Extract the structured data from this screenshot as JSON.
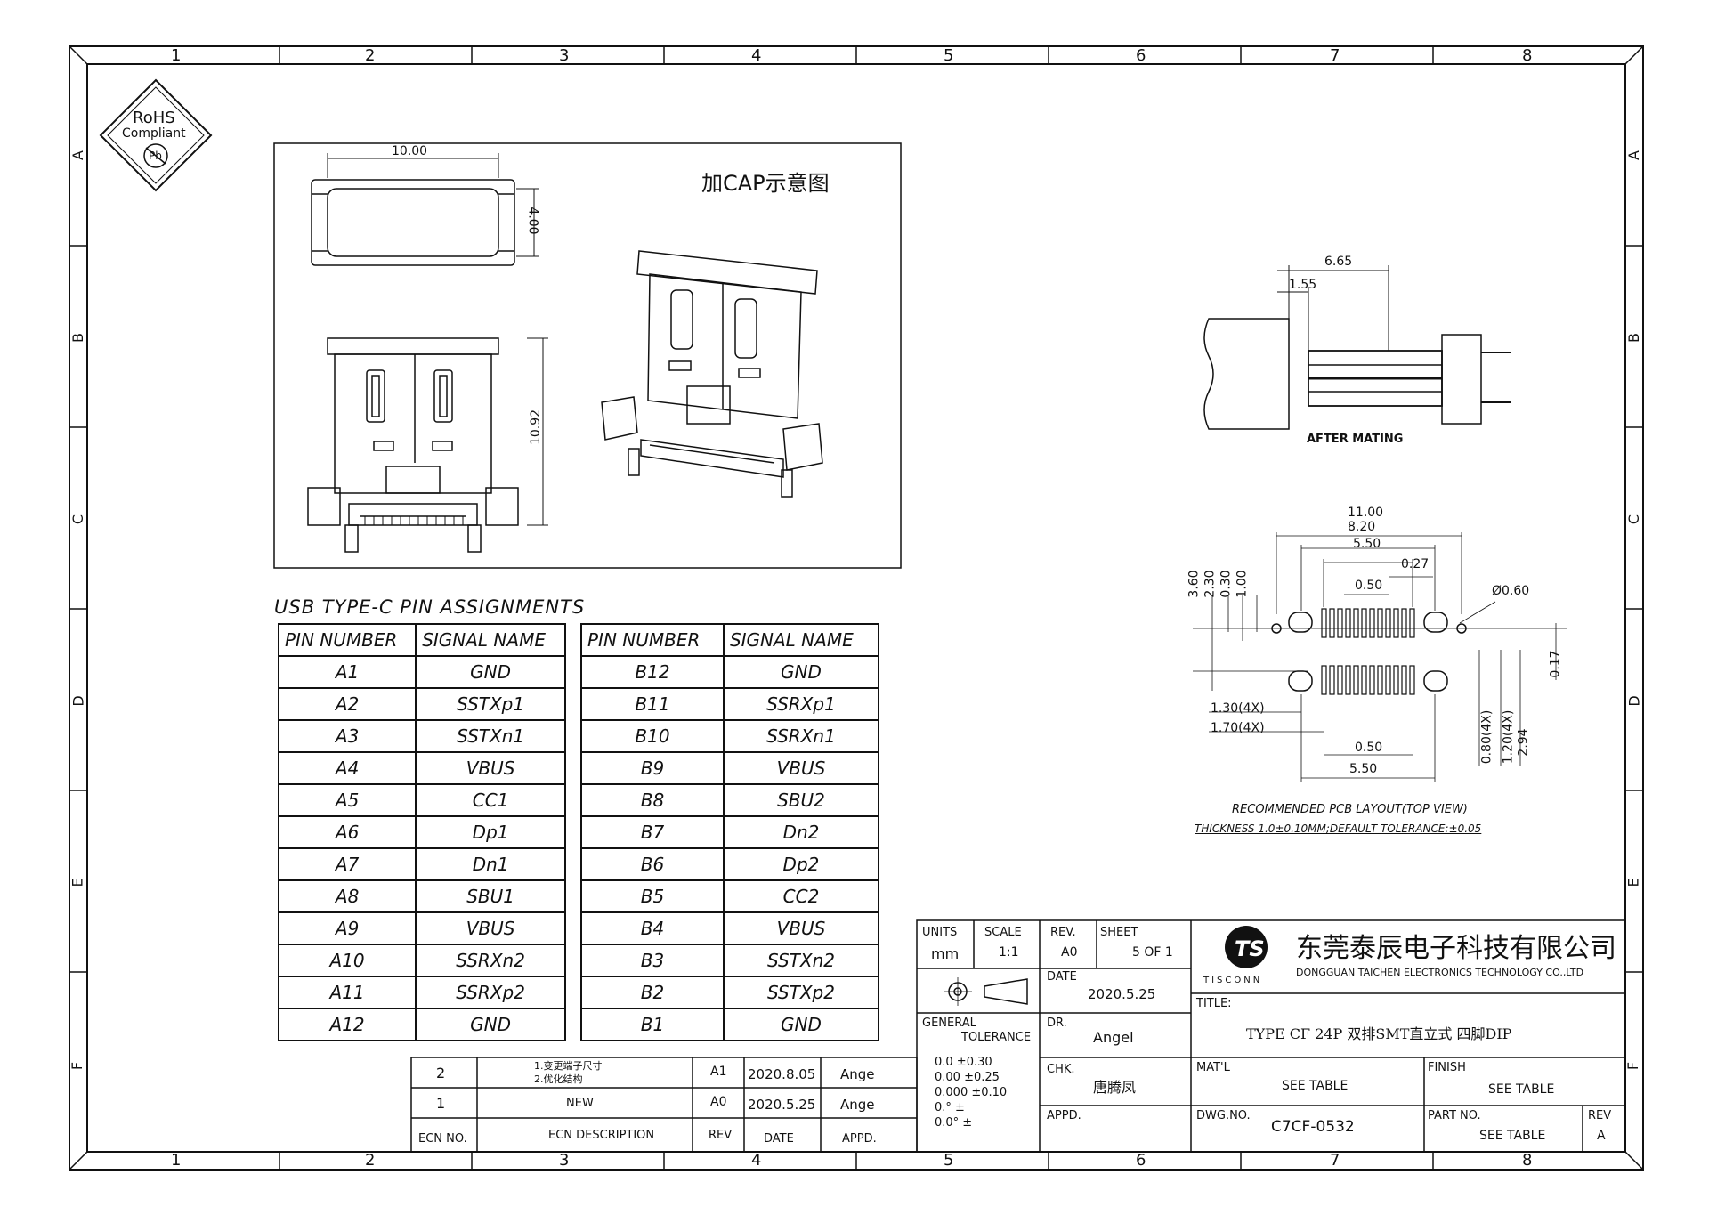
{
  "frame": {
    "columns": [
      "1",
      "2",
      "3",
      "4",
      "5",
      "6",
      "7",
      "8"
    ],
    "rows": [
      "A",
      "B",
      "C",
      "D",
      "E",
      "F"
    ]
  },
  "rohs": {
    "line1": "RoHS",
    "line2": "Compliant",
    "line3": "Pb"
  },
  "cap_view": {
    "title": "加CAP示意图",
    "dim_width": "10.00",
    "dim_height": "4.00",
    "dim_body_height": "10.92"
  },
  "mating_view": {
    "dim_a": "6.65",
    "dim_b": "1.55",
    "label": "AFTER MATING"
  },
  "pcb_layout": {
    "dims_top": [
      "11.00",
      "8.20",
      "5.50",
      "0.27",
      "0.50"
    ],
    "dims_left": [
      "3.60",
      "2.30",
      "0.30",
      "1.00"
    ],
    "hole_dia": "Ø0.60",
    "dim_right": "0.17",
    "dims_bottom_left": [
      "1.30(4X)",
      "1.70(4X)"
    ],
    "dims_bottom": [
      "0.50",
      "5.50"
    ],
    "dims_bottom_right": [
      "0.80(4X)",
      "1.20(4X)",
      "2.94"
    ],
    "caption1": "RECOMMENDED PCB LAYOUT(TOP VIEW)",
    "caption2": "THICKNESS 1.0±0.10MM;DEFAULT TOLERANCE:±0.05"
  },
  "pin_assignments": {
    "title": "USB TYPE-C PIN ASSIGNMENTS",
    "headers": [
      "PIN NUMBER",
      "SIGNAL NAME",
      "PIN NUMBER",
      "SIGNAL NAME"
    ],
    "rows": [
      [
        "A1",
        "GND",
        "B12",
        "GND"
      ],
      [
        "A2",
        "SSTXp1",
        "B11",
        "SSRXp1"
      ],
      [
        "A3",
        "SSTXn1",
        "B10",
        "SSRXn1"
      ],
      [
        "A4",
        "VBUS",
        "B9",
        "VBUS"
      ],
      [
        "A5",
        "CC1",
        "B8",
        "SBU2"
      ],
      [
        "A6",
        "Dp1",
        "B7",
        "Dn2"
      ],
      [
        "A7",
        "Dn1",
        "B6",
        "Dp2"
      ],
      [
        "A8",
        "SBU1",
        "B5",
        "CC2"
      ],
      [
        "A9",
        "VBUS",
        "B4",
        "VBUS"
      ],
      [
        "A10",
        "SSRXn2",
        "B3",
        "SSTXn2"
      ],
      [
        "A11",
        "SSRXp2",
        "B2",
        "SSTXp2"
      ],
      [
        "A12",
        "GND",
        "B1",
        "GND"
      ]
    ]
  },
  "revision_block": {
    "rows": [
      {
        "ecn": "2",
        "desc1": "1.变更端子尺寸",
        "desc2": "2.优化结构",
        "rev": "A1",
        "date": "2020.8.05",
        "appd": "Ange"
      },
      {
        "ecn": "1",
        "desc1": "NEW",
        "desc2": "",
        "rev": "A0",
        "date": "2020.5.25",
        "appd": "Ange"
      }
    ],
    "headers": {
      "ecn": "ECN NO.",
      "desc": "ECN   DESCRIPTION",
      "rev": "REV",
      "date": "DATE",
      "appd": "APPD."
    }
  },
  "title_block": {
    "units_label": "UNITS",
    "units_value": "mm",
    "scale_label": "SCALE",
    "scale_value": "1:1",
    "rev_label": "REV.",
    "rev_value": "A0",
    "sheet_label": "SHEET",
    "sheet_value": "5 OF 1",
    "date_label": "DATE",
    "date_value": "2020.5.25",
    "dr_label": "DR.",
    "dr_value": "Angel",
    "chk_label": "CHK.",
    "chk_value": "唐腾凤",
    "appd_label": "APPD.",
    "tolerance_label1": "GENERAL",
    "tolerance_label2": "TOLERANCE",
    "tolerances": [
      "0.0    ±0.30",
      "0.00   ±0.25",
      "0.000 ±0.10",
      "0.°    ±",
      "0.0°  ±"
    ],
    "company_cn": "东莞泰辰电子科技有限公司",
    "company_en": "DONGGUAN TAICHEN ELECTRONICS TECHNOLOGY CO.,LTD",
    "logo_text": "TISCONN",
    "title_label": "TITLE:",
    "title_value": "TYPE CF 24P 双排SMT直立式 四脚DIP",
    "matl_label": "MAT'L",
    "matl_value": "SEE TABLE",
    "finish_label": "FINISH",
    "finish_value": "SEE TABLE",
    "dwgno_label": "DWG.NO.",
    "dwgno_value": "C7CF-0532",
    "partno_label": "PART NO.",
    "partno_value": "SEE TABLE",
    "rev2_label": "REV",
    "rev2_value": "A"
  }
}
